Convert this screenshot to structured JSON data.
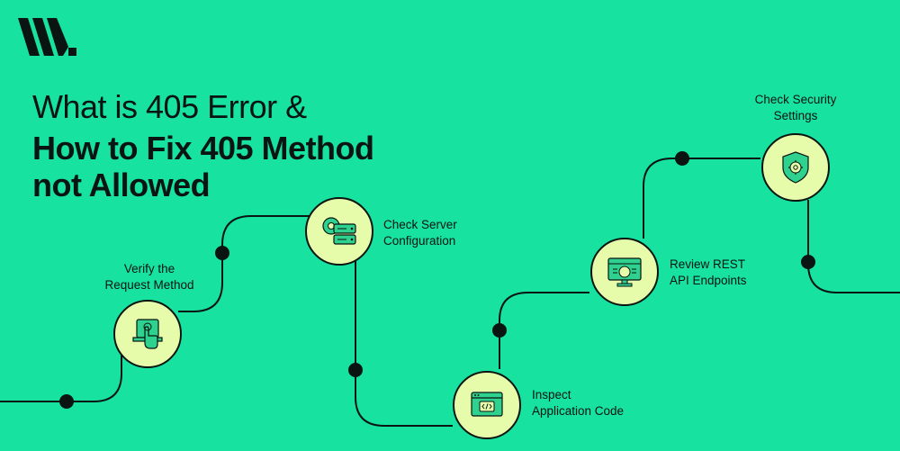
{
  "header": {
    "title_line1": "What is 405 Error &",
    "title_line2": "How to Fix 405 Method",
    "title_line3": "not Allowed"
  },
  "colors": {
    "background": "#17e2a0",
    "circle_fill": "#e6fcaa",
    "icon_green": "#2fd18f",
    "ink": "#0a1410"
  },
  "steps": [
    {
      "label_line1": "Verify the",
      "label_line2": "Request Method",
      "icon": "hand-pointer-icon"
    },
    {
      "label_line1": "Check Server",
      "label_line2": "Configuration",
      "icon": "server-gear-icon"
    },
    {
      "label_line1": "Inspect",
      "label_line2": "Application Code",
      "icon": "code-window-icon"
    },
    {
      "label_line1": "Review REST",
      "label_line2": "API Endpoints",
      "icon": "api-monitor-icon"
    },
    {
      "label_line1": "Check Security",
      "label_line2": "Settings",
      "icon": "shield-icon"
    }
  ]
}
